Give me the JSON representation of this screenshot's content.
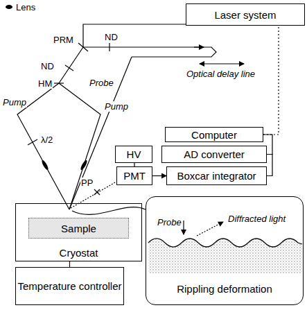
{
  "diagram": {
    "nodes": [
      {
        "text": [
          "Laser system"
        ]
      },
      {
        "text": [
          "Computer"
        ]
      },
      {
        "text": [
          "HV"
        ]
      },
      {
        "text": [
          "AD converter"
        ]
      },
      {
        "text": [
          "PMT"
        ]
      },
      {
        "text": [
          "Boxcar integrator"
        ]
      },
      {
        "text": [
          "Cryostat"
        ]
      },
      {
        "text": [
          "Sample"
        ],
        "in": 6
      },
      {
        "text": [
          "Temperature controller"
        ]
      },
      {
        "text": [
          "Rippling deformation"
        ]
      }
    ],
    "edges": [
      {
        "from": 1,
        "to": 0,
        "arrow": "none"
      },
      {
        "from": 2,
        "to": 4,
        "arrow": "none"
      },
      {
        "from": 4,
        "to": 5,
        "arrow": "to"
      },
      {
        "from": 5,
        "to": 3,
        "arrow": "none"
      },
      {
        "from": 3,
        "to": 1,
        "arrow": "none"
      },
      {
        "from": 8,
        "to": 6,
        "arrow": "none"
      }
    ],
    "labels": [
      "Lens",
      "PRM",
      "ND",
      "Optical delay line",
      "ND",
      "HM",
      "Probe",
      "Pump",
      "Pump",
      "λ/2",
      "PP",
      "Probe",
      "Diffracted light"
    ]
  }
}
